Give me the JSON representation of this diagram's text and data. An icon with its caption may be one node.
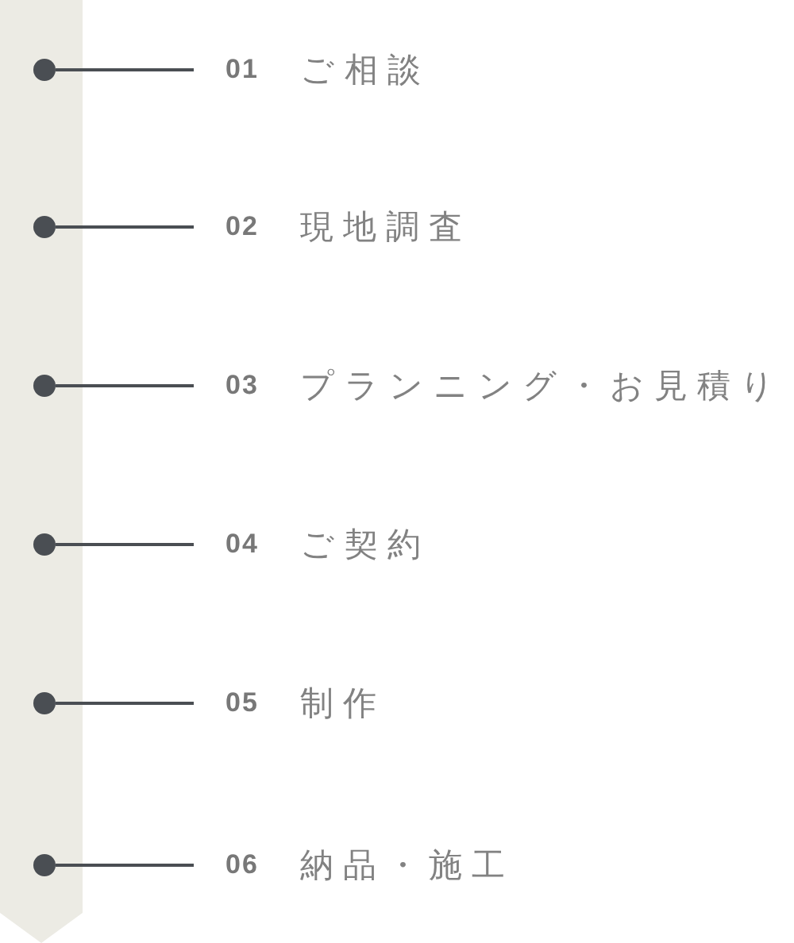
{
  "diagram": {
    "nodes": [
      {
        "text": [],
        "shape": "circle"
      },
      {
        "text": [
          "01",
          "ご相談"
        ]
      },
      {
        "text": [],
        "shape": "circle"
      },
      {
        "text": [
          "02",
          "現地調査"
        ]
      },
      {
        "text": [],
        "shape": "circle"
      },
      {
        "text": [
          "03",
          "プランニング・お見積り"
        ]
      },
      {
        "text": [],
        "shape": "circle"
      },
      {
        "text": [
          "04",
          "ご契約"
        ]
      },
      {
        "text": [],
        "shape": "circle"
      },
      {
        "text": [
          "05",
          "制作"
        ]
      },
      {
        "text": [],
        "shape": "circle"
      },
      {
        "text": [
          "06",
          "納品・施工"
        ]
      }
    ],
    "edges": [
      {
        "from": 0,
        "to": 1,
        "arrow": "none"
      },
      {
        "from": 2,
        "to": 3,
        "arrow": "none"
      },
      {
        "from": 4,
        "to": 5,
        "arrow": "none"
      },
      {
        "from": 6,
        "to": 7,
        "arrow": "none"
      },
      {
        "from": 8,
        "to": 9,
        "arrow": "none"
      },
      {
        "from": 10,
        "to": 11,
        "arrow": "none"
      }
    ]
  }
}
